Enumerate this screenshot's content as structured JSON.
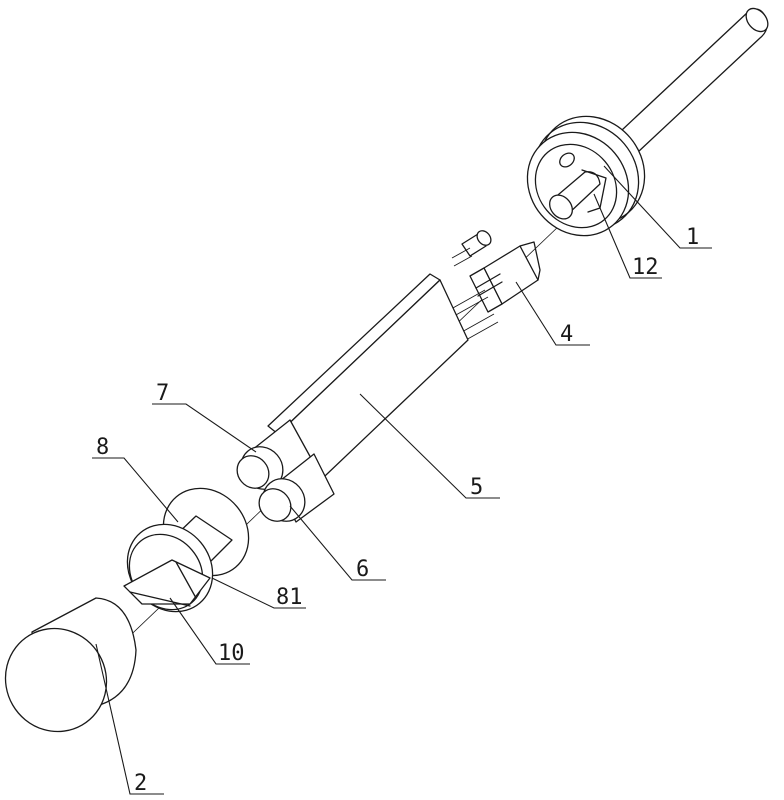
{
  "labels": {
    "l1": "1",
    "l12": "12",
    "l4": "4",
    "l5": "5",
    "l6": "6",
    "l7": "7",
    "l8": "8",
    "l81": "81",
    "l10": "10",
    "l2": "2"
  }
}
